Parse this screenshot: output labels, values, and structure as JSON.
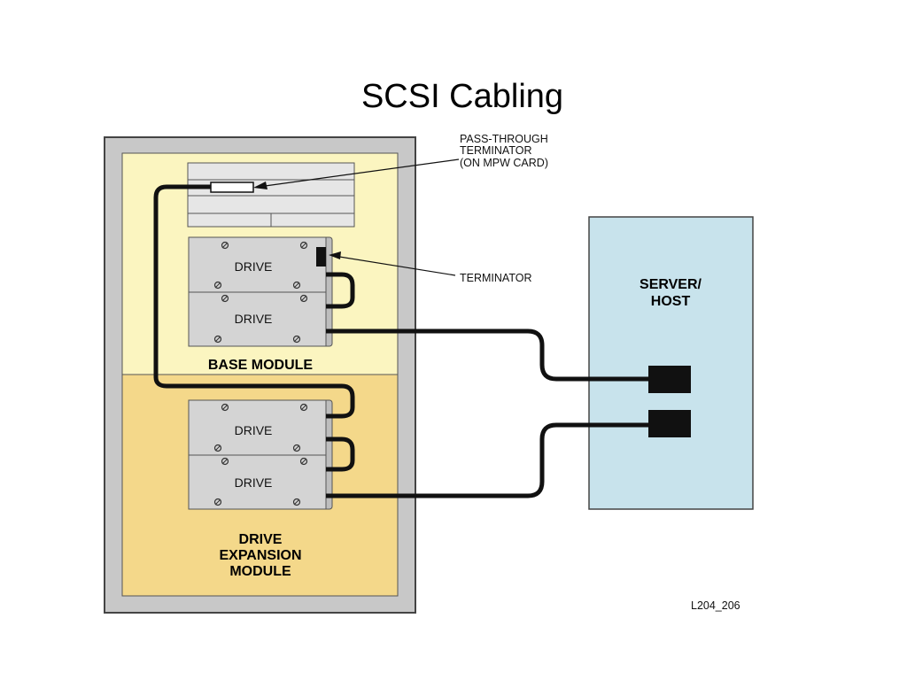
{
  "title": "SCSI Cabling",
  "labels": {
    "pass_through_line1": "PASS-THROUGH",
    "pass_through_line2": "TERMINATOR",
    "pass_through_line3": "(ON  MPW  CARD)",
    "terminator": "TERMINATOR",
    "base_module": "BASE  MODULE",
    "expansion_line1": "DRIVE",
    "expansion_line2": "EXPANSION",
    "expansion_line3": "MODULE",
    "server_line1": "SERVER/",
    "server_line2": "HOST",
    "figure_id": "L204_206"
  },
  "drives": [
    "DRIVE",
    "DRIVE",
    "DRIVE",
    "DRIVE"
  ],
  "colors": {
    "cabinet": "#c8c8c8",
    "base_module": "#fbf5c0",
    "expansion_module": "#f4d88a",
    "drive": "#d4d4d4",
    "server": "#c8e3ec",
    "cable": "#111111"
  }
}
